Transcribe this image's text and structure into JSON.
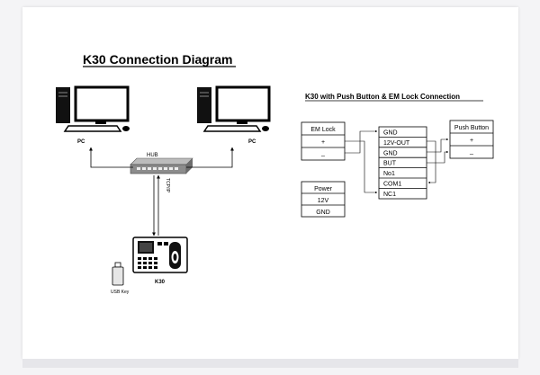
{
  "title": "K30 Connection Diagram",
  "network": {
    "pc_left": "PC",
    "pc_right": "PC",
    "hub": "HUB",
    "link": "TCP/IP",
    "device": "K30",
    "usb": "USB Key"
  },
  "wiring": {
    "subtitle": "K30 with Push Button & EM Lock Connection",
    "em_lock": {
      "header": "EM Lock",
      "rows": [
        "+",
        "_"
      ]
    },
    "terminals": [
      "GND",
      "12V-OUT",
      "GND",
      "BUT",
      "No1",
      "COM1",
      "NC1"
    ],
    "push_button": {
      "header": "Push Button",
      "rows": [
        "+",
        "_"
      ]
    },
    "power": {
      "header": "Power",
      "rows": [
        "12V",
        "GND"
      ]
    }
  },
  "colors": {
    "page": "#ffffff",
    "backdrop": "#f4f4f6",
    "ink": "#000000",
    "hub": "#9a9a9a"
  }
}
